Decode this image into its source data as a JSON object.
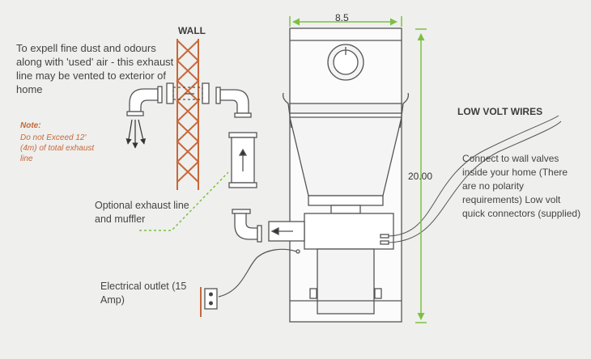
{
  "labels": {
    "wall": "WALL",
    "exhaust_note": "To expell fine dust and odours along with 'used' air - this exhaust line may be vented to exterior of home",
    "note_title": "Note:",
    "note_body": "Do not Exceed 12' (4m) of total exhaust line",
    "width_dim": "8.5",
    "height_dim": "20.00",
    "low_volt_wires": "LOW VOLT WIRES",
    "connect_note": "Connect to wall valves inside your home (There are no polarity requirements) Low volt quick connectors (supplied)",
    "optional_exhaust": "Optional exhaust line and muffler",
    "electrical_outlet": "Electrical outlet (15 Amp)"
  },
  "colors": {
    "wall_lattice": "#c6683a",
    "dimension": "#7cc043",
    "note": "#c6683a",
    "dashed_leader": "#7cc043",
    "line": "#555555"
  },
  "icons": [
    "exhaust-elbow-icon",
    "muffler-icon",
    "outlet-icon",
    "arrow-icon"
  ]
}
